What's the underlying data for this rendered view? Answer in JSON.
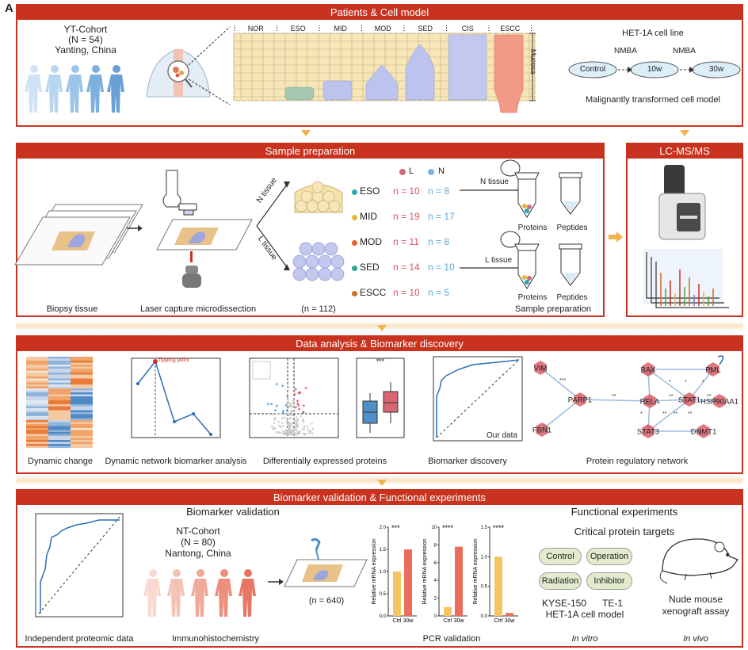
{
  "figure_label": "A",
  "panels": {
    "patients": {
      "title": "Patients & Cell model",
      "cohort_name": "YT-Cohort",
      "cohort_n": "(N = 54)",
      "cohort_place": "Yanting, China",
      "stages": [
        "NOR",
        "ESO",
        "MID",
        "MOD",
        "SED",
        "CIS",
        "ESCC"
      ],
      "mucosa_label": "Mucosa",
      "cell_line_title": "HET-1A cell line",
      "treatment": "NMBA",
      "dishes": [
        "Control",
        "10w",
        "30w"
      ],
      "cell_model_caption": "Malignantly transformed cell model"
    },
    "sample_prep": {
      "title": "Sample preparation",
      "biopsy_caption": "Biopsy tissue",
      "lcm_caption": "Laser capture microdissection",
      "n_tissue": "N tissue",
      "l_tissue": "L tissue",
      "legend_L": "L",
      "legend_N": "N",
      "groups": [
        {
          "name": "ESO",
          "color": "#2aa7b8",
          "l": "n = 10",
          "n": "n = 8"
        },
        {
          "name": "MID",
          "color": "#e8b73a",
          "l": "n = 19",
          "n": "n = 17"
        },
        {
          "name": "MOD",
          "color": "#e8622c",
          "l": "n = 11",
          "n": "n = 8"
        },
        {
          "name": "SED",
          "color": "#2aa68a",
          "l": "n = 14",
          "n": "n = 10"
        },
        {
          "name": "ESCC",
          "color": "#c9741e",
          "l": "n = 10",
          "n": "n = 5"
        }
      ],
      "total": "(n = 112)",
      "proteins": "Proteins",
      "peptides": "Peptides",
      "caption": "Sample preparation"
    },
    "lcms": {
      "title": "LC-MS/MS"
    },
    "analysis": {
      "title": "Data analysis & Biomarker discovery",
      "tipping_point": "Tipping point",
      "stars": "***",
      "our_data": "Our data",
      "captions": [
        "Dynamic change",
        "Dynamic network biomarker analysis",
        "Differentially expressed proteins",
        "Biomarker discovery",
        "Protein regulatory network"
      ],
      "network_nodes": [
        "VIM",
        "BAX",
        "PML",
        "PARP1",
        "RELA",
        "STAT1",
        "HSP90AA1",
        "FBN1",
        "STAT3",
        "DNMT1"
      ],
      "edge_stars": [
        "***",
        "**",
        "*",
        "*",
        "**",
        "*",
        "**",
        "**",
        "**",
        "**",
        "*"
      ]
    },
    "validation": {
      "title": "Biomarker validation & Functional experiments",
      "subtitle_left": "Biomarker validation",
      "cohort_name": "NT-Cohort",
      "cohort_n": "(N = 80)",
      "cohort_place": "Nantong, China",
      "ihc_n": "(n = 640)",
      "captions": [
        "Independent proteomic data",
        "Immunohistochemistry",
        "PCR validation"
      ],
      "pcr_ylabel": "Relative mRNA expression",
      "pcr_x": [
        "Ctrl",
        "30w"
      ],
      "pcr_charts": [
        {
          "stars": "***",
          "values": [
            1.0,
            1.5
          ],
          "yticks": [
            "0.0",
            "0.5",
            "1.0",
            "1.5",
            "2.0"
          ],
          "ymax": 2.0
        },
        {
          "stars": "****",
          "values": [
            1.0,
            7.8
          ],
          "yticks": [
            "0",
            "2",
            "4",
            "6",
            "8",
            "10"
          ],
          "ymax": 10
        },
        {
          "stars": "****",
          "values": [
            1.0,
            0.05
          ],
          "yticks": [
            "0.0",
            "0.5",
            "1.0",
            "1.5"
          ],
          "ymax": 1.5
        }
      ],
      "functional_title": "Functional experiments",
      "critical_title": "Critical protein targets",
      "chips": [
        "Control",
        "Operation",
        "Radiation",
        "Inhibitor"
      ],
      "cell_lines": [
        "KYSE-150",
        "TE-1"
      ],
      "cell_model": "HET-1A cell model",
      "in_vitro": "In vitro",
      "mouse_line1": "Nude mouse",
      "mouse_line2": "xenograft assay",
      "in_vivo": "In vivo"
    }
  },
  "colors": {
    "frame": "#c8321e",
    "arrow": "#f2b24c",
    "lumen": "#c8cdf0",
    "tumor": "#f29a86"
  }
}
